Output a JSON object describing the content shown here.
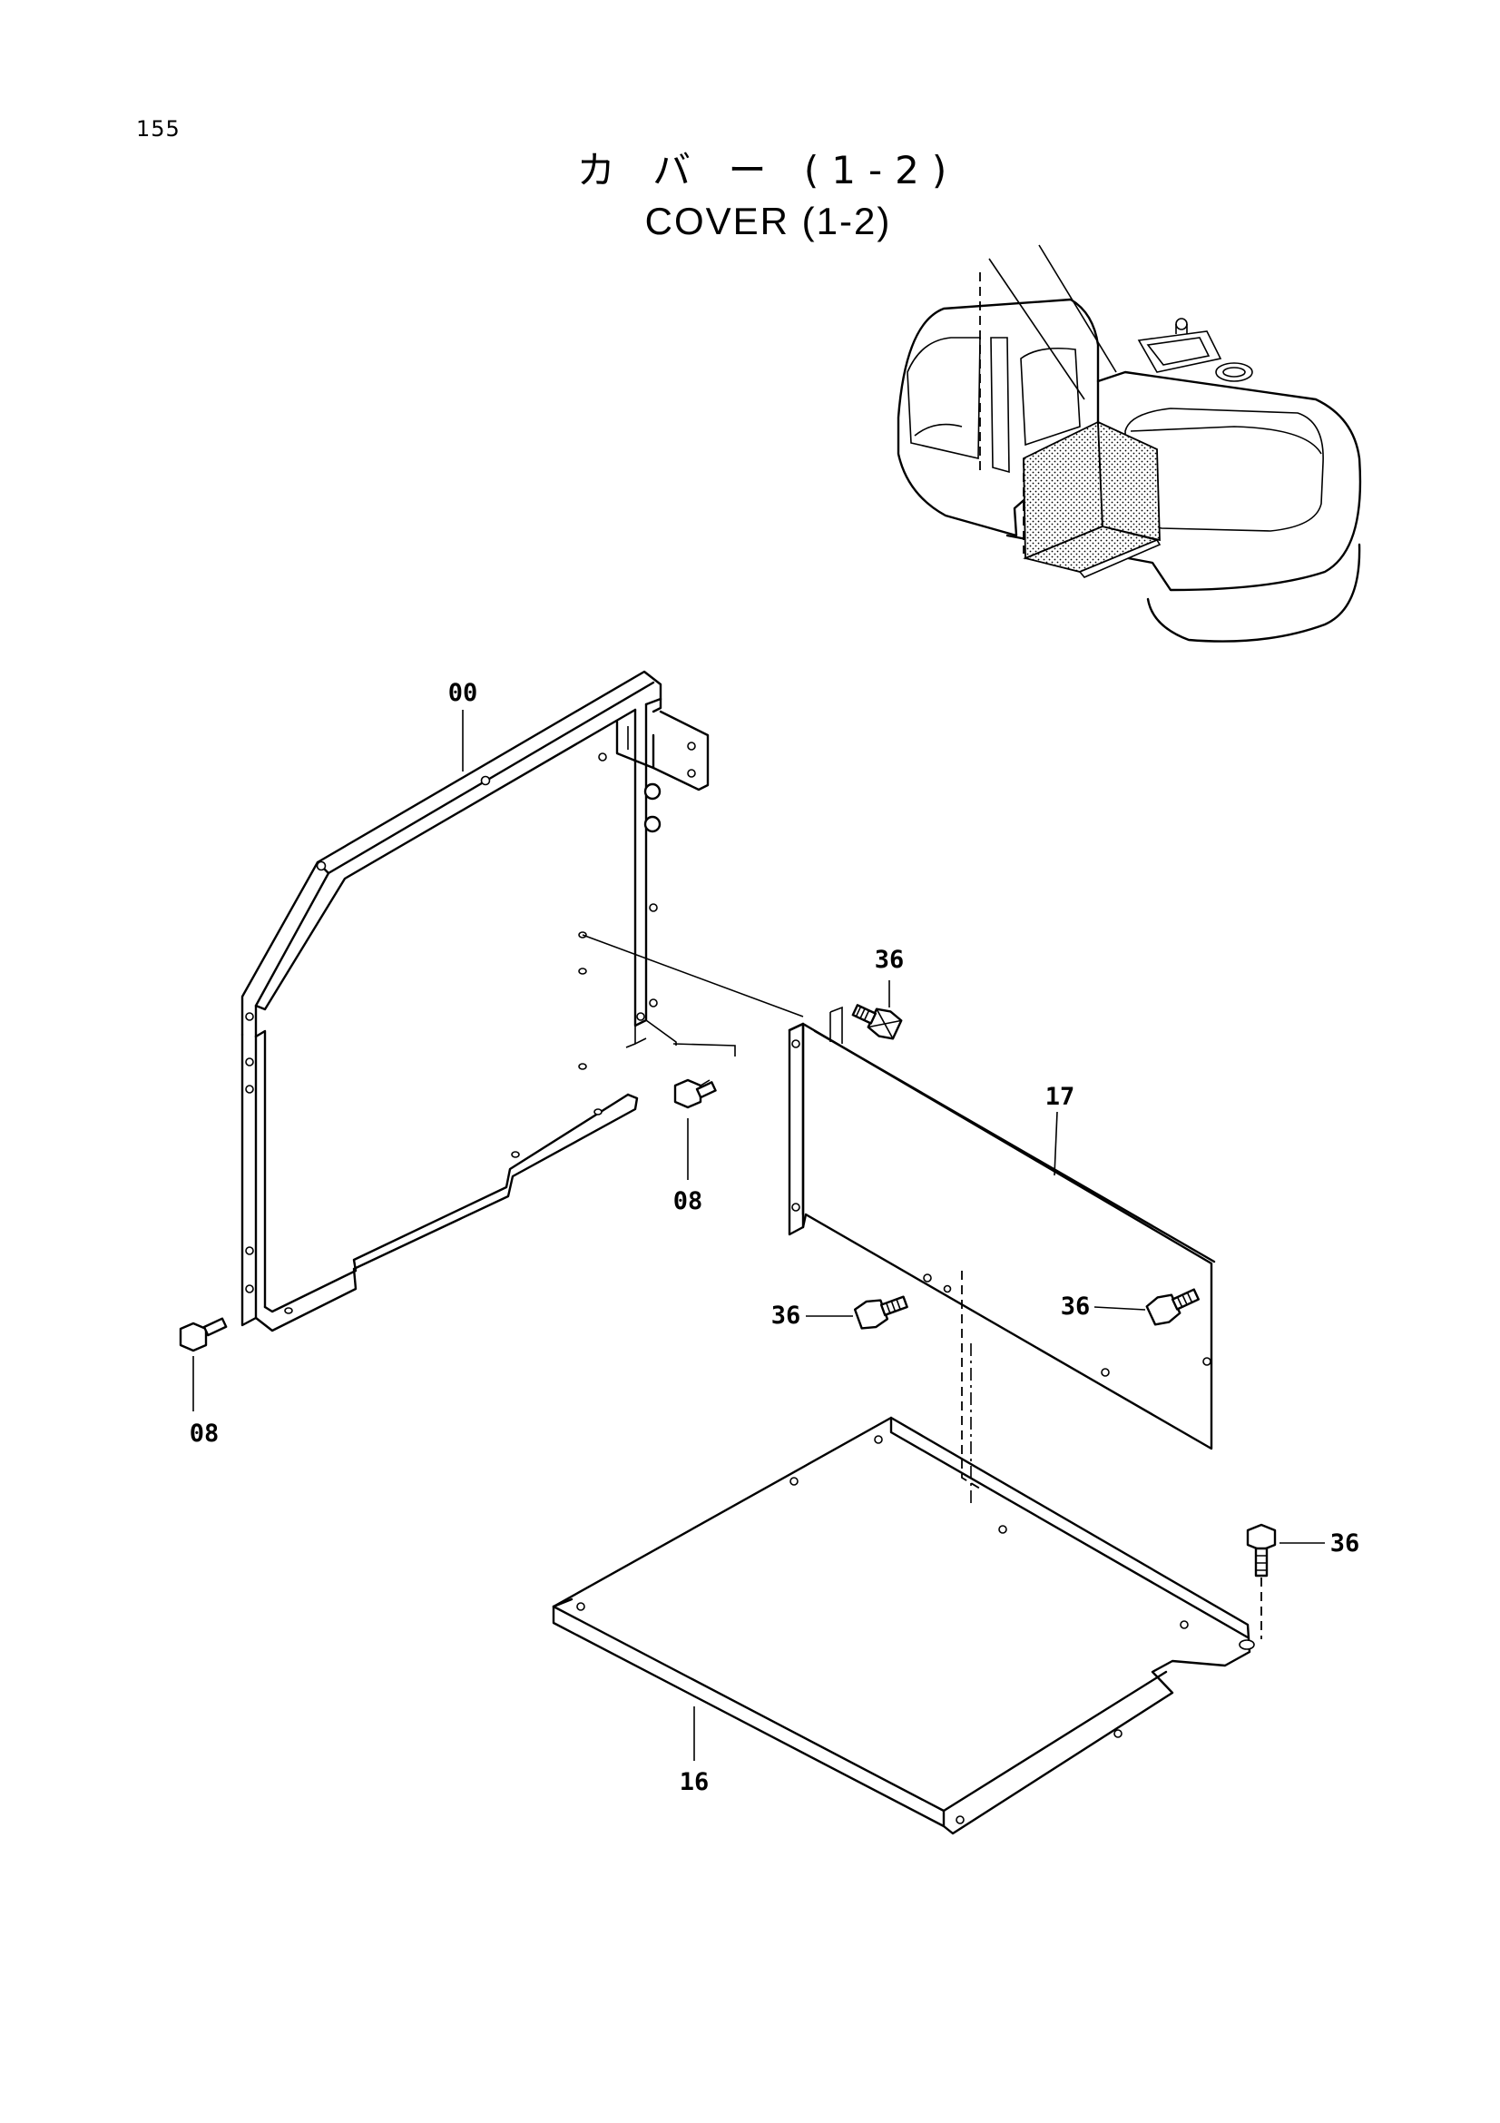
{
  "page_number": "155",
  "title": {
    "japanese": "カ バ ー  (1-2)",
    "english": "COVER (1-2)"
  },
  "callouts": {
    "frame": "00",
    "panel": "17",
    "floor_plate": "16",
    "bolt_a": "36",
    "bolt_b": "36",
    "bolt_c": "36",
    "bolt_d": "36",
    "bolt_e": "08",
    "bolt_f": "08"
  },
  "icons": {
    "overview": "excavator-overview-icon",
    "bolt": "hex-bolt-icon"
  }
}
